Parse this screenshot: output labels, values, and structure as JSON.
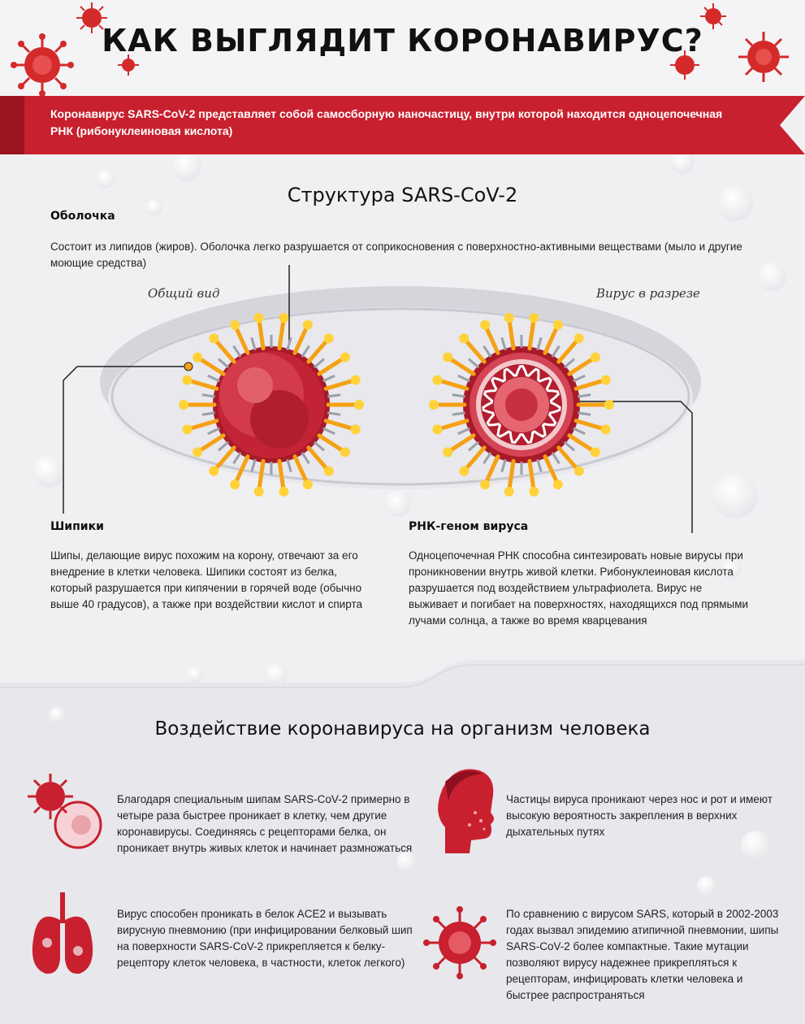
{
  "title": "КАК ВЫГЛЯДИТ КОРОНАВИРУС?",
  "banner": {
    "text": "Коронавирус SARS-CoV-2 представляет собой самосборную наночастицу, внутри которой находится одноцепочечная РНК (рибонуклеиновая кислота)"
  },
  "structure": {
    "title": "Структура SARS-CoV-2",
    "envelope": {
      "label": "Оболочка",
      "text": "Состоит из липидов (жиров). Оболочка легко разрушается от соприкосновения с поверхностно-активными веществами (мыло и другие моющие средства)"
    },
    "general_view_caption": "Общий вид",
    "cross_section_caption": "Вирус в разрезе",
    "spikes": {
      "label": "Шипики",
      "text": "Шипы, делающие вирус похожим на корону, отвечают за его внедрение в клетки человека. Шипики состоят из белка, который разрушается при кипячении в горячей воде (обычно выше 40 градусов), а также при воздействии кислот и спирта"
    },
    "genome": {
      "label": "РНК-геном вируса",
      "text": "Одноцепочечная РНК способна синтезировать новые вирусы при проникновении внутрь живой клетки. Рибонуклеиновая кислота разрушается под воздействием ультрафиолета. Вирус не выживает и погибает на поверхностях, находящихся под прямыми лучами солнца, а также во время кварцевания"
    }
  },
  "impact": {
    "title": "Воздействие коронавируса на организм человека",
    "items": [
      {
        "icon": "virus-cell-icon",
        "text": "Благодаря специальным шипам SARS-CoV-2 примерно в четыре раза быстрее проникает в клетку, чем другие коронавирусы. Соединяясь с рецепторами белка, он проникает внутрь живых клеток и начинает размножаться"
      },
      {
        "icon": "head-profile-icon",
        "text": "Частицы вируса проникают через нос и рот и имеют высокую вероятность закрепления в верхних дыхательных путях"
      },
      {
        "icon": "lungs-icon",
        "text": "Вирус способен проникать в белок ACE2 и вызывать вирусную пневмонию (при инфицировании белковый шип на поверхности SARS-CoV-2 прикрепляется к белку-рецептору клеток человека, в частности, клеток легкого)"
      },
      {
        "icon": "virus-icon",
        "text": "По сравнению с вирусом SARS, который в 2002-2003 годах вызвал эпидемию атипичной пневмонии, шипы SARS-CoV-2 более компактные. Такие мутации позволяют вирусу надежнее прикрепляться к рецепторам, инфицировать клетки человека и быстрее распространяться"
      }
    ]
  },
  "colors": {
    "accent_red": "#c8202e",
    "dark_red": "#8e1020",
    "spike_orange": "#f5a114",
    "spike_yellow": "#ffd23a",
    "background": "#f0f0f3"
  }
}
